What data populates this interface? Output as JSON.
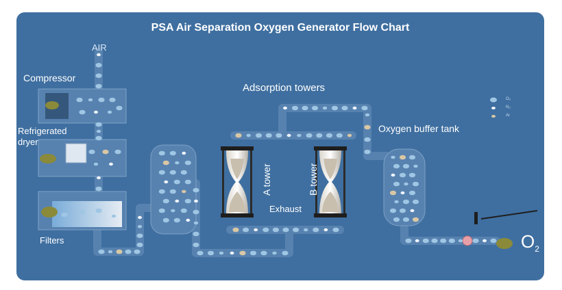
{
  "title": "PSA Air Separation Oxygen Generator Flow Chart",
  "labels": {
    "air": "AIR",
    "compressor": "Compressor",
    "refrigerated_dryer": "Refrigerated dryer",
    "filters": "Filters",
    "adsorption_towers": "Adsorption towers",
    "tower_a": "A tower",
    "tower_b": "B tower",
    "exhaust": "Exhaust",
    "oxygen_buffer_tank": "Oxygen buffer tank"
  },
  "legend": [
    {
      "label": "O₂"
    },
    {
      "label": "N₂"
    },
    {
      "label": "Ar"
    }
  ],
  "product": {
    "symbol": "O",
    "subscript": "2"
  },
  "colors": {
    "background": "#3f6fa0",
    "pipe": "#5782b0",
    "pipe_edge": "#7da1c6",
    "bubble": "#9fc6e3",
    "bubble_white": "#eef4fa",
    "bubble_tan": "#d9c7a4",
    "sand": "#c9bfae",
    "frame": "#1e1e1e"
  }
}
